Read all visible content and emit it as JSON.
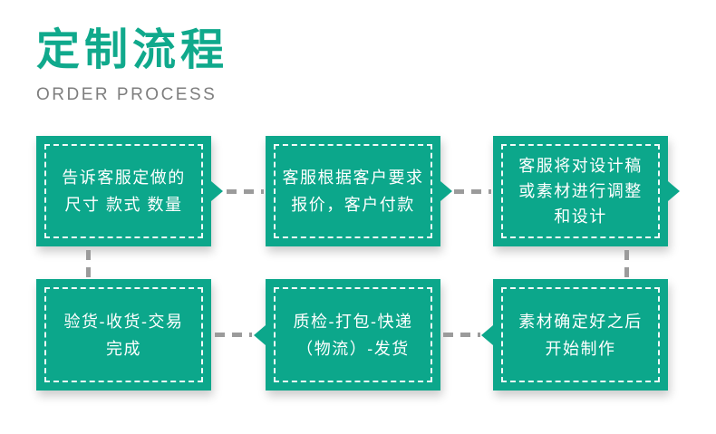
{
  "header": {
    "title": "定制流程",
    "subtitle": "ORDER PROCESS"
  },
  "colors": {
    "box_green": "#0ca78b",
    "title_green": "#10a98c",
    "subtitle_gray": "#7e7e7e",
    "connector_gray": "#9b9b9b",
    "box_text": "#ffffff"
  },
  "flow": {
    "boxes": [
      {
        "step": 1,
        "lines": [
          "告诉客服定做的",
          "尺寸 款式 数量"
        ]
      },
      {
        "step": 2,
        "lines": [
          "客服根据客户要求",
          "报价，客户付款"
        ]
      },
      {
        "step": 3,
        "lines": [
          "客服将对设计稿",
          "或素材进行调整",
          "和设计"
        ]
      },
      {
        "step": 4,
        "lines": [
          "验货-收货-交易",
          "完成"
        ]
      },
      {
        "step": 5,
        "lines": [
          "质检-打包-快递",
          "（物流）-发货"
        ]
      },
      {
        "step": 6,
        "lines": [
          "素材确定好之后",
          "开始制作"
        ]
      }
    ]
  }
}
